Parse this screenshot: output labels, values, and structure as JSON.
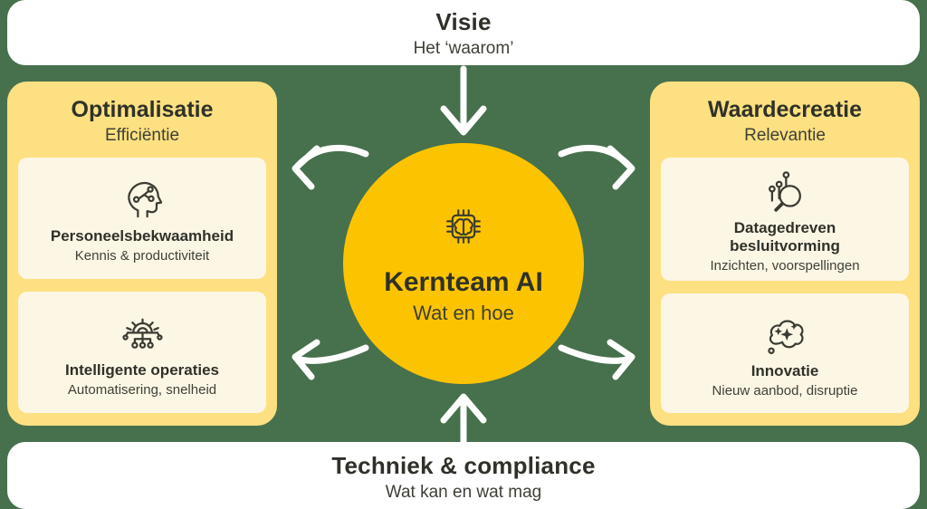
{
  "colors": {
    "bg": "#47704D",
    "panel": "#FDE081",
    "card": "#FCF6E5",
    "circle": "#FCC400",
    "bar": "#FFFFFF",
    "text": "#2F3129",
    "subtext": "#3E4036",
    "icon": "#3A3B32",
    "arrow": "#FFFFFF"
  },
  "top_bar": {
    "title": "Visie",
    "subtitle": "Het ‘waarom’"
  },
  "bottom_bar": {
    "title": "Techniek & compliance",
    "subtitle": "Wat kan en wat mag"
  },
  "center": {
    "title": "Kernteam AI",
    "subtitle": "Wat en hoe",
    "icon": "chip-brain-icon"
  },
  "left_panel": {
    "title": "Optimalisatie",
    "subtitle": "Efficiëntie",
    "cards": [
      {
        "icon": "head-circuit-icon",
        "title": "Personeelsbekwaamheid",
        "subtitle": "Kennis & productiviteit"
      },
      {
        "icon": "gear-circuit-icon",
        "title": "Intelligente operaties",
        "subtitle": "Automatisering, snelheid"
      }
    ]
  },
  "right_panel": {
    "title": "Waardecreatie",
    "subtitle": "Relevantie",
    "cards": [
      {
        "icon": "magnifier-data-icon",
        "title": "Datagedreven\nbesluitvorming",
        "subtitle": "Inzichten, voorspellingen"
      },
      {
        "icon": "thought-sparkles-icon",
        "title": "Innovatie",
        "subtitle": "Nieuw aanbod, disruptie"
      }
    ]
  },
  "arrows": [
    "arrow-visie-to-circle",
    "arrow-techniek-to-circle",
    "arrow-circle-to-optimalisatie-top",
    "arrow-circle-to-optimalisatie-bottom",
    "arrow-circle-to-waardecreatie-top",
    "arrow-circle-to-waardecreatie-bottom"
  ]
}
